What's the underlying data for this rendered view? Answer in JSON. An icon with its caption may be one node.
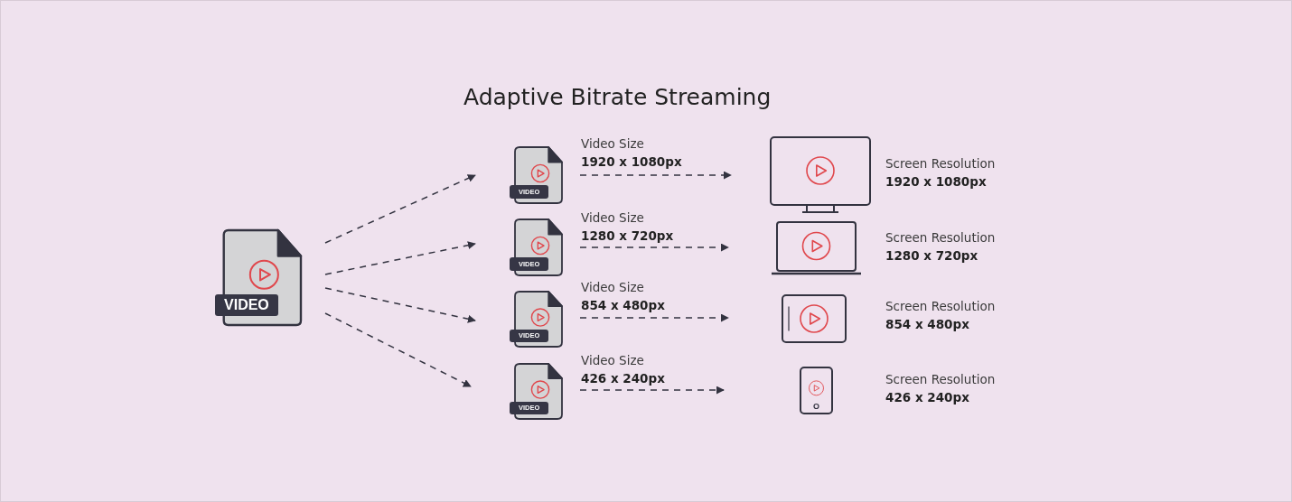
{
  "diagram": {
    "title": "Adaptive Bitrate Streaming",
    "nodes": [
      {
        "text": [
          "VIDEO"
        ]
      },
      {
        "text": [
          "VIDEO"
        ]
      },
      {
        "text": [
          "VIDEO"
        ]
      },
      {
        "text": [
          "VIDEO"
        ]
      },
      {
        "text": [
          "VIDEO"
        ]
      },
      {
        "text": [],
        "shape": "monitor"
      },
      {
        "text": [],
        "shape": "laptop"
      },
      {
        "text": [],
        "shape": "tablet"
      },
      {
        "text": [],
        "shape": "phone"
      }
    ],
    "edges": [
      {
        "from": 0,
        "to": 1,
        "arrow": "to",
        "style": "dashed"
      },
      {
        "from": 0,
        "to": 2,
        "arrow": "to",
        "style": "dashed"
      },
      {
        "from": 0,
        "to": 3,
        "arrow": "to",
        "style": "dashed"
      },
      {
        "from": 0,
        "to": 4,
        "arrow": "to",
        "style": "dashed"
      },
      {
        "from": 1,
        "to": 5,
        "arrow": "to",
        "style": "dashed",
        "label": "Video Size **1920 x 1080px**"
      },
      {
        "from": 2,
        "to": 6,
        "arrow": "to",
        "style": "dashed",
        "label": "Video Size **1280 x 720px**"
      },
      {
        "from": 3,
        "to": 7,
        "arrow": "to",
        "style": "dashed",
        "label": "Video Size **854 x 480px**"
      },
      {
        "from": 4,
        "to": 8,
        "arrow": "to",
        "style": "dashed",
        "label": "Video Size **426 x 240px**"
      }
    ],
    "labels": [
      "Screen Resolution **1920 x 1080px**",
      "Screen Resolution **1280 x 720px**",
      "Screen Resolution **854 x 480px**",
      "Screen Resolution **426 x 240px**"
    ]
  }
}
